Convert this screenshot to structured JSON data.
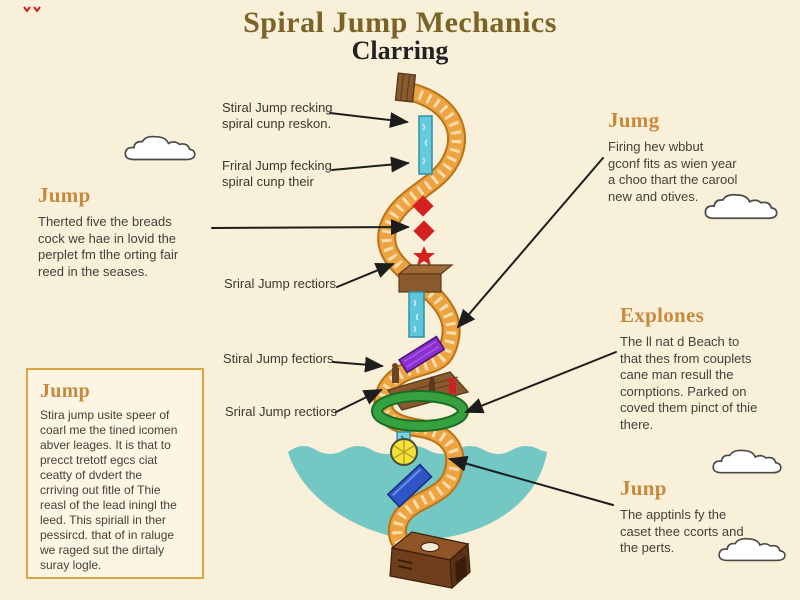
{
  "title": {
    "main": "Spiral Jump Mechanics",
    "subtitle": "Clarring"
  },
  "callouts": [
    {
      "text": "Stiral Jump recking\nspiral cunp reskon."
    },
    {
      "text": "Friral Jump fecking\nspiral cunp their"
    },
    {
      "text": "Sriral Jump rectiors"
    },
    {
      "text": "Stiral Jump fectiors"
    },
    {
      "text": "Sriral Jump rectiors"
    }
  ],
  "notes": {
    "left_jump": {
      "heading": "Jump",
      "body": "Therted five the breads\ncock we hae in lovid the\nperplet fm tlhe orting fair\nreed in the seases."
    },
    "box_jump": {
      "heading": "Jump",
      "body": "Stira jump usite speer of\ncoarl me the tined icomen\nabver leages. It is that to\nprecct tretotf egcs ciat\nceatty of dvdert the\ncrriving out fitle of Thie\nreasl of the lead iningl the\nleed. This spiriall in ther\npessircd. that of in raluge\nwe raged sut the dirtaly\nsuray logle."
    },
    "right_jumg": {
      "heading": "Jumg",
      "body": "Firing hev wbbut\ngconf fits as wien year\na choo thart the carool\nnew and otives."
    },
    "right_explones": {
      "heading": "Explones",
      "body": "The ll nat d Beach to\nthat thes from couplets\ncane man resull the\ncornptions. Parked on\ncoved them pinct of thie\nthere."
    },
    "right_junp": {
      "heading": "Junp",
      "body": "The apptinls fy the\ncaset thee ccorts and\nthe perts."
    }
  },
  "icons": [
    "corner-mark",
    "cloud",
    "spiral-track",
    "wooden-plank",
    "water-slide",
    "red-diamond",
    "red-star",
    "wooden-box",
    "water-column",
    "purple-ramp",
    "wooden-raft",
    "raft-figures",
    "green-ring",
    "slide-tag",
    "yellow-coin",
    "water-basin",
    "blue-ramp",
    "wooden-crate",
    "arrow"
  ],
  "colors": {
    "background": "#f9f0da",
    "title": "#7b6226",
    "subtitle": "#232323",
    "heading_accent": "#c9893c",
    "body_text": "#44403a",
    "box_border": "#d8a645",
    "track_orange": "#eda33f",
    "water_teal": "#74c8c4",
    "slide_teal": "#66cadd",
    "red": "#d42020",
    "purple": "#8b2fd0",
    "blue": "#2f55c8",
    "green": "#35a13f",
    "coin_yellow": "#f2e138",
    "wood_brown": "#8a5a2e",
    "arrow": "#1d1d1d"
  }
}
